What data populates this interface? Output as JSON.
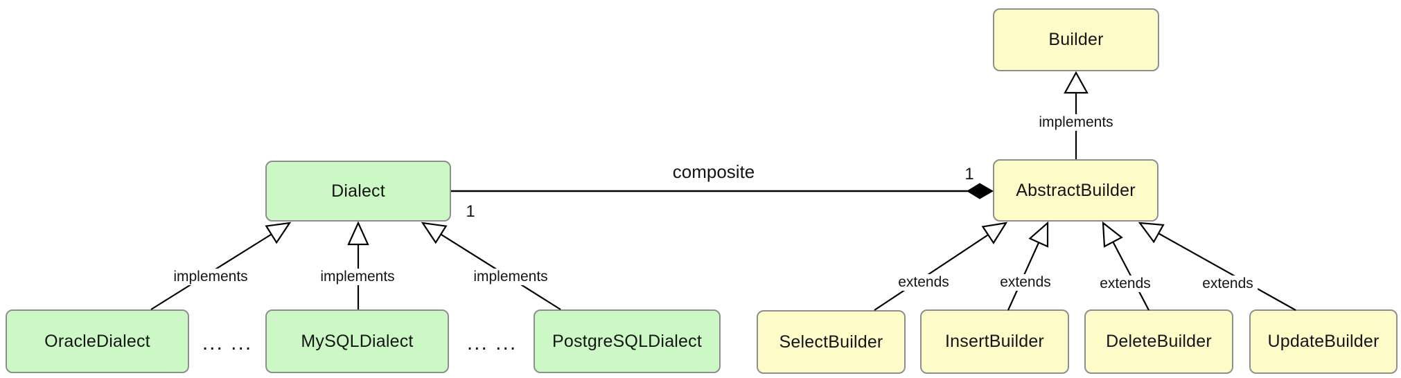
{
  "diagram": {
    "colors": {
      "green": "#ccf8c5",
      "yellow": "#fdfbc8",
      "border": "#8e8e8e",
      "line": "#000000"
    },
    "classes": [
      {
        "id": "builder",
        "label": "Builder",
        "color": "yellow"
      },
      {
        "id": "abstract-builder",
        "label": "AbstractBuilder",
        "color": "yellow"
      },
      {
        "id": "dialect",
        "label": "Dialect",
        "color": "green"
      },
      {
        "id": "oracle-dialect",
        "label": "OracleDialect",
        "color": "green"
      },
      {
        "id": "mysql-dialect",
        "label": "MySQLDialect",
        "color": "green"
      },
      {
        "id": "postgresql-dialect",
        "label": "PostgreSQLDialect",
        "color": "green"
      },
      {
        "id": "select-builder",
        "label": "SelectBuilder",
        "color": "yellow"
      },
      {
        "id": "insert-builder",
        "label": "InsertBuilder",
        "color": "yellow"
      },
      {
        "id": "delete-builder",
        "label": "DeleteBuilder",
        "color": "yellow"
      },
      {
        "id": "update-builder",
        "label": "UpdateBuilder",
        "color": "yellow"
      }
    ],
    "edge_labels": [
      {
        "id": "implements-oracle",
        "text": "implements"
      },
      {
        "id": "implements-mysql",
        "text": "implements"
      },
      {
        "id": "implements-postgresql",
        "text": "implements"
      },
      {
        "id": "implements-builder",
        "text": "implements"
      },
      {
        "id": "extends-select",
        "text": "extends"
      },
      {
        "id": "extends-insert",
        "text": "extends"
      },
      {
        "id": "extends-delete",
        "text": "extends"
      },
      {
        "id": "extends-update",
        "text": "extends"
      },
      {
        "id": "composite",
        "text": "composite"
      },
      {
        "id": "multiplicity-dialect",
        "text": "1"
      },
      {
        "id": "multiplicity-abstract-builder",
        "text": "1"
      },
      {
        "id": "ellipsis-left",
        "text": "... ..."
      },
      {
        "id": "ellipsis-right",
        "text": "... ..."
      }
    ]
  }
}
